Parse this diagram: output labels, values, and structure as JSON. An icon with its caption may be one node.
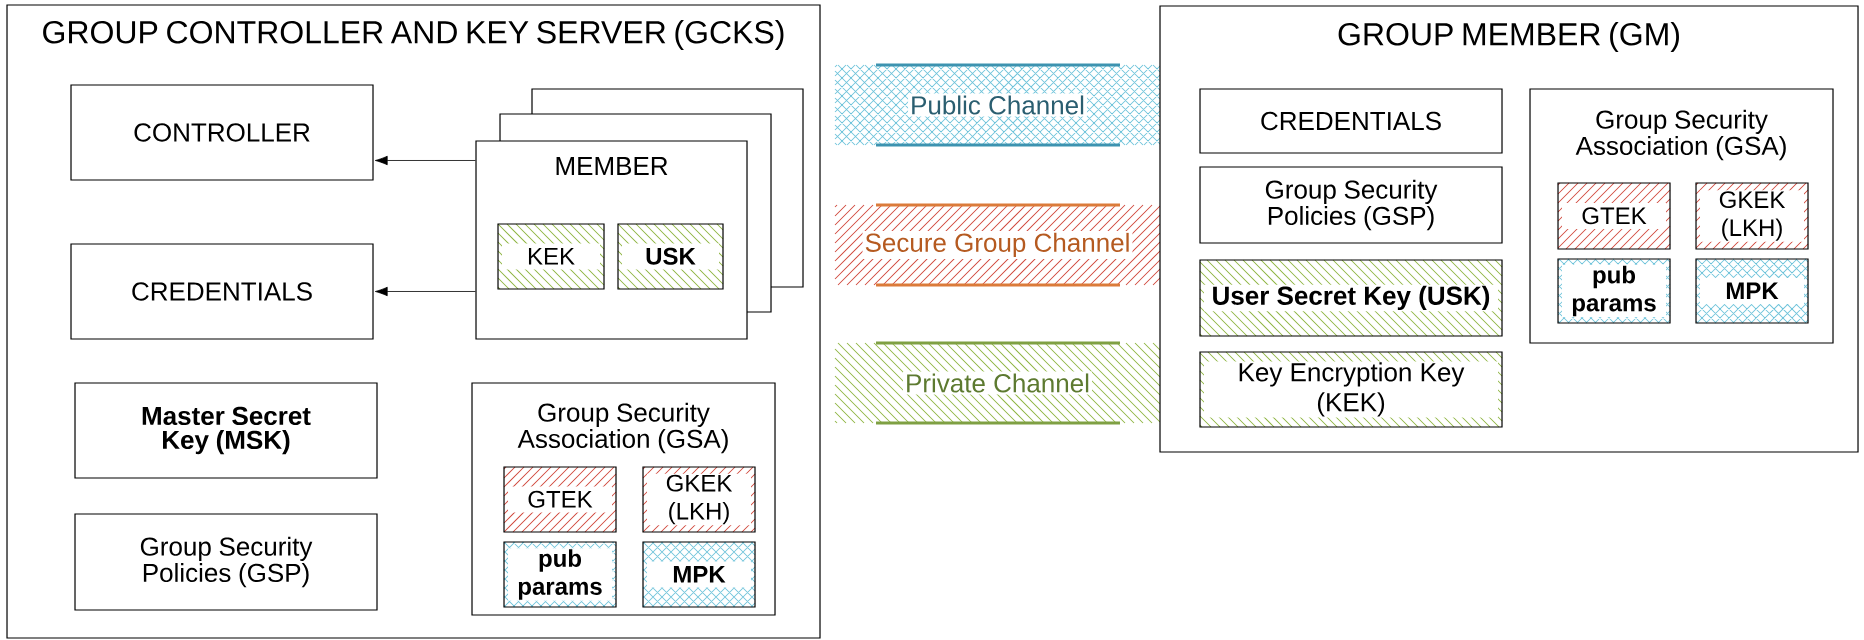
{
  "diagram": {
    "nodes": [
      {
        "text": [
          "GROUP CONTROLLER AND KEY SERVER (GCKS)"
        ]
      },
      {
        "text": [
          "CONTROLLER"
        ],
        "in": 0
      },
      {
        "text": [
          "CREDENTIALS"
        ],
        "in": 0
      },
      {
        "text": [
          "MEMBER"
        ],
        "in": 0
      },
      {
        "text": [
          "KEK"
        ],
        "in": 3
      },
      {
        "text": [
          "USK"
        ],
        "in": 3
      },
      {
        "text": [
          "Master Secret Key (MSK)"
        ],
        "in": 0
      },
      {
        "text": [
          "Group Security Policies (GSP)"
        ],
        "in": 0
      },
      {
        "text": [
          "Group Security Association (GSA)"
        ],
        "in": 0
      },
      {
        "text": [
          "GTEK"
        ],
        "in": 8
      },
      {
        "text": [
          "GKEK (LKH)"
        ],
        "in": 8
      },
      {
        "text": [
          "pub params"
        ],
        "in": 8
      },
      {
        "text": [
          "MPK"
        ],
        "in": 8
      },
      {
        "text": [
          "Public Channel"
        ]
      },
      {
        "text": [
          "Secure Group Channel"
        ]
      },
      {
        "text": [
          "Private Channel"
        ]
      },
      {
        "text": [
          "GROUP MEMBER (GM)"
        ]
      },
      {
        "text": [
          "CREDENTIALS"
        ],
        "in": 16
      },
      {
        "text": [
          "Group Security Policies (GSP)"
        ],
        "in": 16
      },
      {
        "text": [
          "User Secret Key (USK)"
        ],
        "in": 16
      },
      {
        "text": [
          "Key Encryption Key (KEK)"
        ],
        "in": 16
      },
      {
        "text": [
          "Group Security Association (GSA)"
        ],
        "in": 16
      },
      {
        "text": [
          "GTEK"
        ],
        "in": 21
      },
      {
        "text": [
          "GKEK (LKH)"
        ],
        "in": 21
      },
      {
        "text": [
          "pub params"
        ],
        "in": 21
      },
      {
        "text": [
          "MPK"
        ],
        "in": 21
      }
    ],
    "edges": [
      {
        "from": 3,
        "to": 1,
        "arrow": "to"
      },
      {
        "from": 3,
        "to": 2,
        "arrow": "to"
      }
    ]
  }
}
